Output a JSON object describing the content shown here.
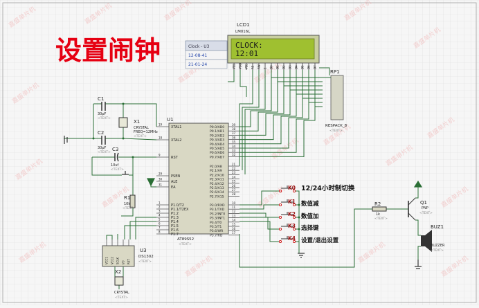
{
  "title": "设置闹钟",
  "watermark": "嘉盛单片机",
  "text_tag": "<TEXT>",
  "lcd": {
    "ref": "LCD1",
    "model": "LM016L",
    "line1": "CLOCK:",
    "line2": "12:01",
    "pins": [
      "VSS",
      "VDD",
      "VEE",
      "RS",
      "RW",
      "E",
      "D0",
      "D1",
      "D2",
      "D3",
      "D4",
      "D5",
      "D6",
      "D7"
    ]
  },
  "clock_popup": {
    "header": "Clock - U3",
    "time": "12-08-41",
    "date": "21-01-24"
  },
  "rp1": {
    "ref": "RP1",
    "model": "RESPACK_8"
  },
  "c1": {
    "ref": "C1",
    "value": "30pF"
  },
  "c2": {
    "ref": "C2",
    "value": "30pF"
  },
  "c3": {
    "ref": "C3",
    "value": "10uf"
  },
  "x1": {
    "ref": "X1",
    "type": "CRYSTAL",
    "freq": "FREQ=12MHz"
  },
  "x2": {
    "ref": "X2",
    "type": "CRYSTAL"
  },
  "r1": {
    "ref": "R1",
    "value": "10k"
  },
  "r2": {
    "ref": "R2",
    "value": "1k"
  },
  "u1": {
    "ref": "U1",
    "model": "AT89S52",
    "left_pins": [
      {
        "num": "19",
        "name": "XTAL1"
      },
      {
        "num": "18",
        "name": "XTAL2"
      },
      {
        "num": "9",
        "name": "RST"
      },
      {
        "num": "29",
        "name": "PSEN"
      },
      {
        "num": "30",
        "name": "ALE"
      },
      {
        "num": "31",
        "name": "EA"
      },
      {
        "num": "1",
        "name": "P1.0/T2"
      },
      {
        "num": "2",
        "name": "P1.1/T2EX"
      },
      {
        "num": "3",
        "name": "P1.2"
      },
      {
        "num": "4",
        "name": "P1.3"
      },
      {
        "num": "5",
        "name": "P1.4"
      },
      {
        "num": "6",
        "name": "P1.5"
      },
      {
        "num": "7",
        "name": "P1.6"
      },
      {
        "num": "8",
        "name": "P1.7"
      }
    ],
    "right_pins": [
      {
        "num": "39",
        "name": "P0.0/AD0"
      },
      {
        "num": "38",
        "name": "P0.1/AD1"
      },
      {
        "num": "37",
        "name": "P0.2/AD2"
      },
      {
        "num": "36",
        "name": "P0.3/AD3"
      },
      {
        "num": "35",
        "name": "P0.4/AD4"
      },
      {
        "num": "34",
        "name": "P0.5/AD5"
      },
      {
        "num": "33",
        "name": "P0.6/AD6"
      },
      {
        "num": "32",
        "name": "P0.7/AD7"
      },
      {
        "num": "21",
        "name": "P2.0/A8"
      },
      {
        "num": "22",
        "name": "P2.1/A9"
      },
      {
        "num": "23",
        "name": "P2.2/A10"
      },
      {
        "num": "24",
        "name": "P2.3/A11"
      },
      {
        "num": "25",
        "name": "P2.4/A12"
      },
      {
        "num": "26",
        "name": "P2.5/A13"
      },
      {
        "num": "27",
        "name": "P2.6/A14"
      },
      {
        "num": "28",
        "name": "P2.7/A15"
      },
      {
        "num": "10",
        "name": "P3.0/RXD"
      },
      {
        "num": "11",
        "name": "P3.1/TXD"
      },
      {
        "num": "12",
        "name": "P3.2/INT0"
      },
      {
        "num": "13",
        "name": "P3.3/INT1"
      },
      {
        "num": "14",
        "name": "P3.4/T0"
      },
      {
        "num": "15",
        "name": "P3.5/T1"
      },
      {
        "num": "16",
        "name": "P3.6/WR"
      },
      {
        "num": "17",
        "name": "P3.7/RD"
      }
    ]
  },
  "u3": {
    "ref": "U3",
    "model": "DS1302",
    "pins": [
      "VCC1",
      "VCC2",
      "SCLK",
      "I/O",
      "RST"
    ]
  },
  "keys": [
    {
      "ref": "K0",
      "label": "12/24小时制切换"
    },
    {
      "ref": "K1",
      "label": "数值减"
    },
    {
      "ref": "K2",
      "label": "数值加"
    },
    {
      "ref": "K3",
      "label": "选择键"
    },
    {
      "ref": "K4",
      "label": "设置/退出设置"
    }
  ],
  "q1": {
    "ref": "Q1",
    "type": "PNP"
  },
  "buz1": {
    "ref": "BUZ1",
    "type": "BUZZER"
  }
}
